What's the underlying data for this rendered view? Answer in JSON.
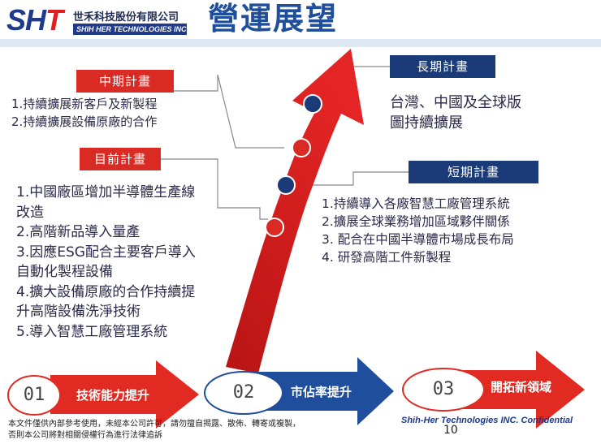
{
  "header": {
    "logo_mark_a": "SH",
    "logo_mark_b": "T",
    "logo_company_cn": "世禾科技股份有限公司",
    "logo_company_en": "SHIH HER TECHNOLOGIES INC.",
    "title": "營運展望"
  },
  "plans": {
    "mid_term": {
      "label": "中期計畫",
      "items": [
        "1.持續擴展新客戶及新製程",
        "2.持續擴展設備原廠的合作"
      ]
    },
    "current": {
      "label": "目前計畫",
      "lines": [
        "1.中國廠區增加半導體生產線",
        "改造",
        "2.高階新品導入量產",
        "3.因應ESG配合主要客戶導入",
        "自動化製程設備",
        "4.擴大設備原廠的合作持續提",
        "升高階設備洗淨技術",
        "5.導入智慧工廠管理系統"
      ]
    },
    "long_term": {
      "label": "長期計畫",
      "lines": [
        "台灣、中國及全球版",
        "圖持續擴展"
      ]
    },
    "short_term": {
      "label": "短期計畫",
      "items": [
        "1.持續導入各廠智慧工廠管理系統",
        "2.擴展全球業務增加區域夥伴關係",
        "3. 配合在中國半導體市場成長布局",
        "4. 研發高階工件新製程"
      ]
    }
  },
  "steps": [
    {
      "num": "01",
      "label": "技術能力提升",
      "color": "#e02a22"
    },
    {
      "num": "02",
      "label": "市佔率提升",
      "color": "#1f4e9c"
    },
    {
      "num": "03",
      "label": "開拓新領域",
      "color": "#e02a22"
    }
  ],
  "footer": {
    "notice_line1": "本文件僅供內部參考使用，未經本公司許可，請勿擅自揭露、散佈、轉寄或複製，",
    "notice_line2": "否則本公司將對相關侵權行為進行法律追訴",
    "brand": "Shih-Her Technologies INC. Confidential",
    "page": "10"
  },
  "colors": {
    "red": "#d92b24",
    "navy": "#1a3a78",
    "title_blue": "#1f4e9c"
  }
}
